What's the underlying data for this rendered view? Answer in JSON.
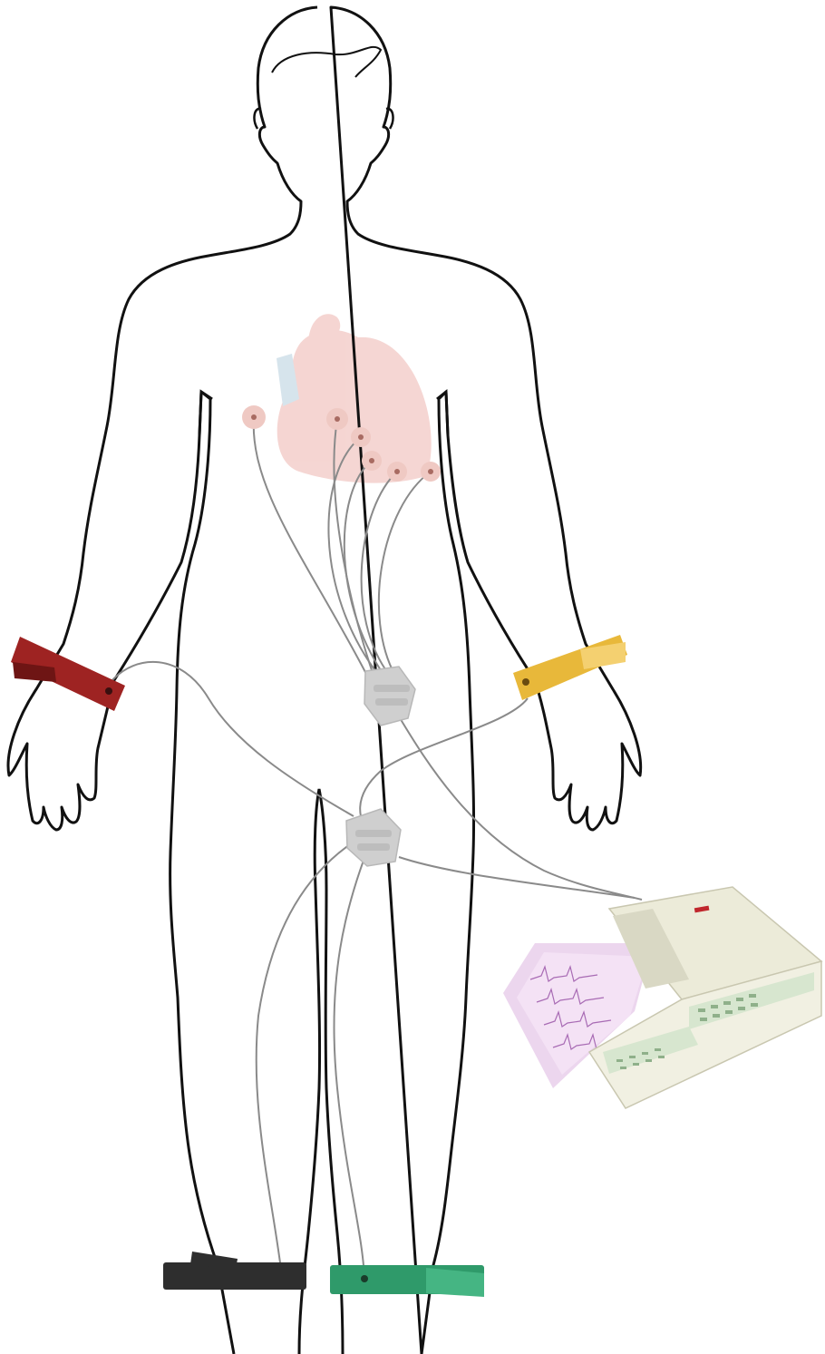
{
  "figure": {
    "subject": "body-outline",
    "colors": {
      "outline": "#111111",
      "background": "#ffffff",
      "heart": "#f2c8c4",
      "heart_vessel": "#c9dbe6",
      "electrode_pad": "#efc9c3",
      "cable": "#8a8a8a",
      "connector": "#cfcfcf",
      "band_right_arm": "#9e2322",
      "band_left_arm": "#e8b83a",
      "band_right_leg": "#2e2e2e",
      "band_left_leg": "#2f9a6a",
      "device_body": "#ecebd9",
      "device_panel": "#d7e6cf",
      "device_led": "#c0272d",
      "paper": "#ecd6ee",
      "paper_trace": "#a86bb4"
    },
    "limb_bands": [
      "right-arm-band",
      "left-arm-band",
      "right-leg-band",
      "left-leg-band"
    ],
    "chest_electrode_count": 6,
    "device": "ecg-recorder-icon"
  }
}
